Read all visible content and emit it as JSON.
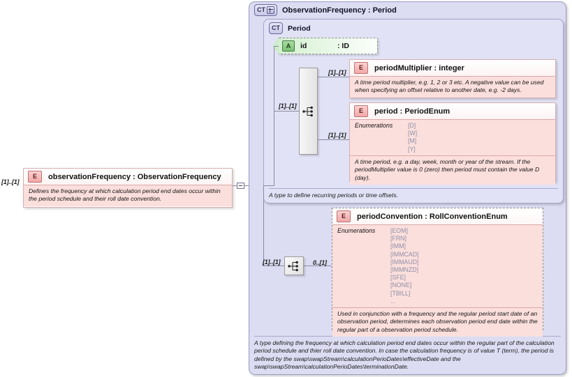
{
  "diagram": {
    "outer_type": {
      "badge": "CT",
      "badge_icon": "complextype-expand-icon",
      "title": "ObservationFrequency : Period",
      "description": "A type defining the frequency at which calculation period end dates occur within the regular part of the calculation period schedule and thier roll date convention. In case the calculation frequency is of value T (term), the period is defined by the swap\\swapStream\\calculationPerioDates\\effectiveDate and the swap\\swapStream\\calculationPerioDates\\terminationDate."
    },
    "inner_type": {
      "badge": "CT",
      "title": "Period",
      "description": "A type to define recurring periods or time offsets."
    },
    "attribute": {
      "badge": "A",
      "name": "id",
      "type": ": ID"
    },
    "root_element": {
      "badge": "E",
      "name": "observationFrequency",
      "separator": ":",
      "type": "ObservationFrequency",
      "title": "observationFrequency : ObservationFrequency",
      "description": "Defines the frequency at which calculation period end dates occur within the period schedule and their roll date convention.",
      "cardinality": "[1]..[1]"
    },
    "elements": [
      {
        "badge": "E",
        "title": "periodMultiplier : integer",
        "name": "periodMultiplier",
        "type": "integer",
        "description": "A time period multiplier, e.g. 1, 2 or 3 etc. A negative value can be used when specifying an offset relative to another date, e.g. -2 days.",
        "cardinality": "[1]..[1]",
        "enumerations_label": null,
        "enumerations": []
      },
      {
        "badge": "E",
        "title": "period    : PeriodEnum",
        "name": "period",
        "type": "PeriodEnum",
        "description": "A time period, e.g. a day, week, month or year of the stream. If the periodMultiplier value is 0 (zero) then period must contain the value D (day).",
        "cardinality": "[1]..[1]",
        "enumerations_label": "Enumerations",
        "enumerations": [
          "[D]",
          "[W]",
          "[M]",
          "[Y]"
        ]
      },
      {
        "badge": "E",
        "title": "periodConvention : RollConventionEnum",
        "name": "periodConvention",
        "type": "RollConventionEnum",
        "description": "Used in conjunction with a frequency and the regular period start date of an observation period, determines each observation period end date within the regular part of a observation period schedule.",
        "cardinality": "0..[1]",
        "enumerations_label": "Enumerations",
        "enumerations": [
          "[EOM]",
          "[FRN]",
          "[IMM]",
          "[IMMCAD]",
          "[IMMAUD]",
          "[IMMNZD]",
          "[SFE]",
          "[NONE]",
          "[TBILL]",
          "..."
        ]
      }
    ],
    "connectors": {
      "sequence_tall": {
        "icon": "sequence-icon",
        "in_cardinality": "[1]..[1]"
      },
      "sequence_small": {
        "icon": "sequence-icon",
        "in_cardinality": "[1]..[1]",
        "out_cardinality": "0..[1]"
      }
    },
    "collapse_button": {
      "icon": "collapse-minus-icon"
    },
    "colors": {
      "outer_panel": "#dcdcf2",
      "inner_panel": "#e2e2f6",
      "element_body": "#fbdfdc",
      "attribute_fill": "#d4f0d2",
      "enum_text": "#8f8fa8",
      "connector_line": "#8a8aa0"
    }
  }
}
